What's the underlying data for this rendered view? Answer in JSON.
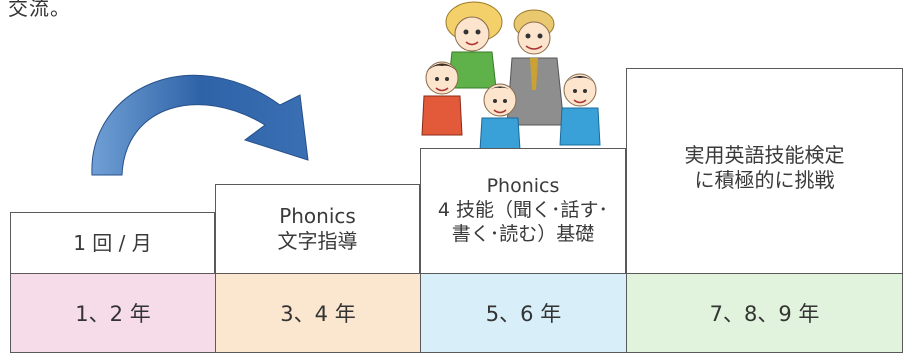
{
  "top_fragment": "交流。",
  "steps": [
    {
      "id": "step-1",
      "lines": [
        "1 回 / 月"
      ]
    },
    {
      "id": "step-2",
      "lines": [
        "Phonics",
        "文字指導"
      ]
    },
    {
      "id": "step-3",
      "lines": [
        "Phonics",
        "4 技能（聞く･話す･",
        "書く･読む）基礎"
      ]
    },
    {
      "id": "step-4",
      "lines": [
        "実用英語技能検定",
        "に積極的に挑戦"
      ]
    }
  ],
  "grades": [
    {
      "label": "1、2 年",
      "color": "#f5dce8"
    },
    {
      "label": "3、4 年",
      "color": "#fbe7d0"
    },
    {
      "label": "5、6 年",
      "color": "#d8eef8"
    },
    {
      "label": "7、8、9 年",
      "color": "#e2f3dd"
    }
  ],
  "arrow_color": "#2f63a8"
}
